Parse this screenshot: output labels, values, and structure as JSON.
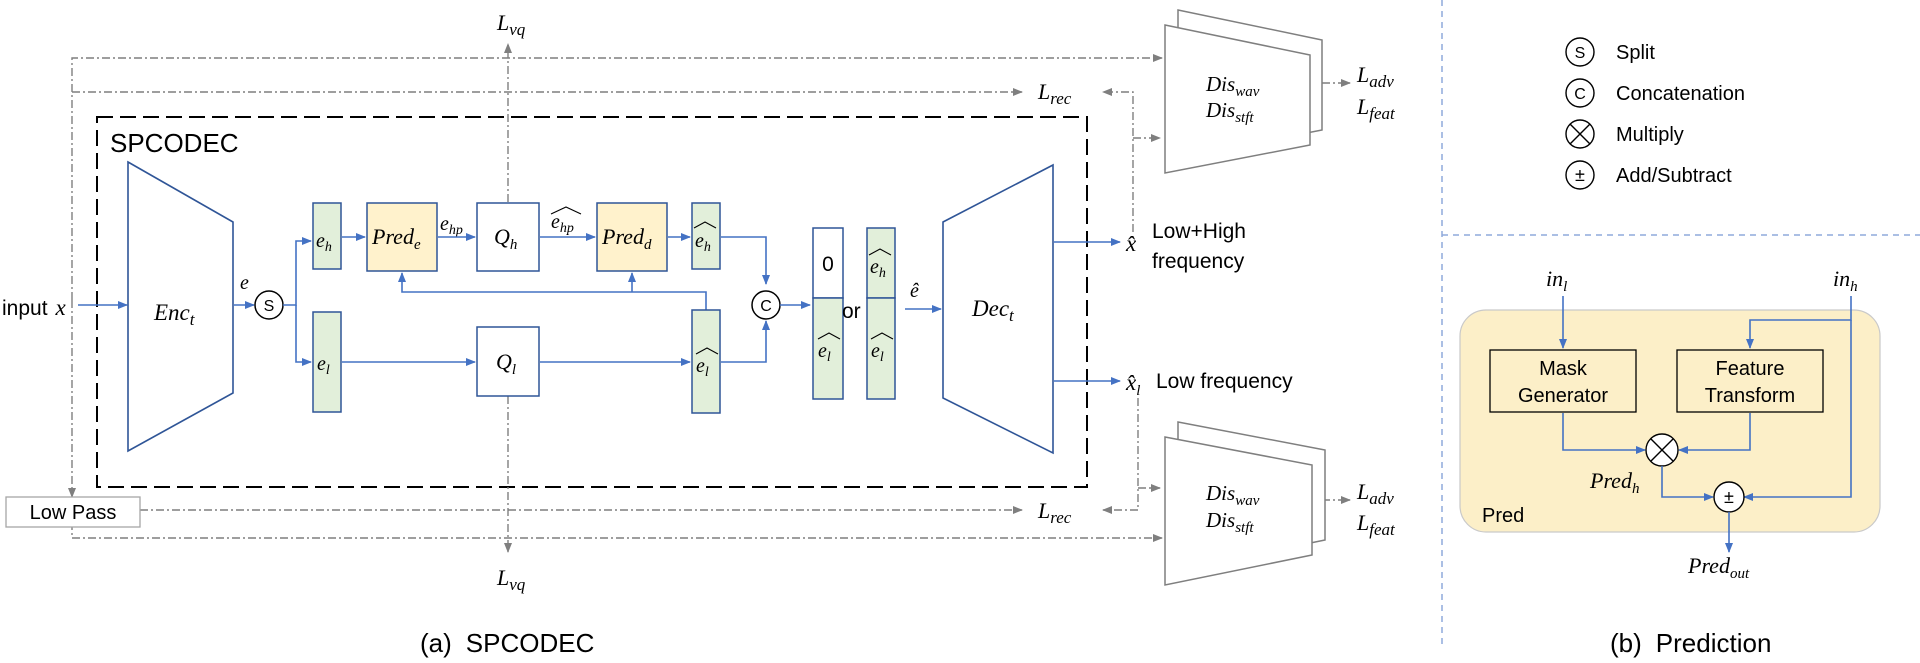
{
  "panel_a": {
    "caption_prefix": "(a)",
    "caption": "SPCODEC",
    "block_title": "SPCODEC",
    "input": {
      "word": "input",
      "symbol": "x"
    },
    "low_pass": "Low Pass",
    "encoder": {
      "base": "Enc",
      "sub": "t"
    },
    "decoder": {
      "base": "Dec",
      "sub": "t"
    },
    "split_node": "S",
    "concat_node": "C",
    "e_label": "e",
    "e_h": {
      "base": "e",
      "sub": "h"
    },
    "e_l": {
      "base": "e",
      "sub": "l"
    },
    "pred_e": {
      "base": "Pred",
      "sub": "e"
    },
    "pred_d": {
      "base": "Pred",
      "sub": "d"
    },
    "e_hp": {
      "base": "e",
      "sub": "hp"
    },
    "e_hp_hat": {
      "base": "e",
      "sub": "hp"
    },
    "q_h": {
      "base": "Q",
      "sub": "h"
    },
    "q_l": {
      "base": "Q",
      "sub": "l"
    },
    "e_h_hat": {
      "base": "e",
      "sub": "h"
    },
    "e_l_hat": {
      "base": "e",
      "sub": "l"
    },
    "zero": "0",
    "or": "or",
    "e_hat": "ê",
    "out_full": {
      "symbol": "x̂",
      "line1": "Low+High",
      "line2": "frequency"
    },
    "out_low": {
      "symbol": "x̂",
      "sub": "l",
      "text": "Low frequency"
    },
    "l_vq": {
      "base": "L",
      "sub": "vq"
    },
    "l_rec": {
      "base": "L",
      "sub": "rec"
    },
    "discriminator": {
      "base": "Dis",
      "sub1": "wav",
      "sub2": "stft"
    },
    "l_adv": {
      "base": "L",
      "sub": "adv"
    },
    "l_feat": {
      "base": "L",
      "sub": "feat"
    }
  },
  "legend": [
    {
      "symbol": "S",
      "text": "Split"
    },
    {
      "symbol": "C",
      "text": "Concatenation"
    },
    {
      "symbol": "⊗",
      "text": "Multiply"
    },
    {
      "symbol": "±",
      "text": "Add/Subtract"
    }
  ],
  "panel_b": {
    "caption_prefix": "(b)",
    "caption": "Prediction",
    "in_l": {
      "base": "in",
      "sub": "l"
    },
    "in_h": {
      "base": "in",
      "sub": "h"
    },
    "mask_gen": {
      "line1": "Mask",
      "line2": "Generator"
    },
    "feat_tf": {
      "line1": "Feature",
      "line2": "Transform"
    },
    "multiply": "⊗",
    "addsub": "±",
    "pred_h": {
      "base": "Pred",
      "sub": "h"
    },
    "pred_out": {
      "base": "Pred",
      "sub": "out"
    },
    "pred_label": "Pred"
  },
  "colors": {
    "arrow_blue": "#4472C4",
    "box_border": "#2F5597",
    "green_fill": "#E2EFDA",
    "yellow_fill": "#FFF2CC",
    "pred_bg": "#FCEFC8",
    "gray": "#7F7F7F",
    "divider": "#8FAADC"
  }
}
